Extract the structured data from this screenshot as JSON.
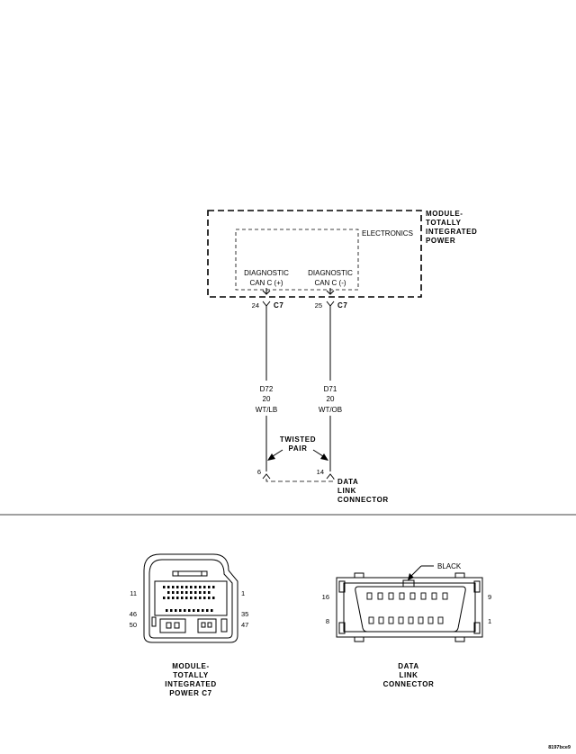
{
  "module": {
    "name": [
      "MODULE-",
      "TOTALLY",
      "INTEGRATED",
      "POWER"
    ],
    "inner_label": "ELECTRONICS"
  },
  "circuits": [
    {
      "function": [
        "DIAGNOSTIC",
        "CAN C (+)"
      ],
      "module_pin": "24",
      "connector": "C7",
      "wire_code": "D72",
      "gauge": "20",
      "color": "WT/LB",
      "dlc_pin": "6"
    },
    {
      "function": [
        "DIAGNOSTIC",
        "CAN C (-)"
      ],
      "module_pin": "25",
      "connector": "C7",
      "wire_code": "D71",
      "gauge": "20",
      "color": "WT/OB",
      "dlc_pin": "14"
    }
  ],
  "twisted_pair": [
    "TWISTED",
    "PAIR"
  ],
  "dlc_name": [
    "DATA",
    "LINK",
    "CONNECTOR"
  ],
  "connector_views": {
    "tipm_c7": {
      "pins": {
        "top_left": "11",
        "top_right": "1",
        "mid_left": "46",
        "mid_right": "35",
        "bottom_left": "50",
        "bottom_right": "47"
      },
      "label": [
        "MODULE-",
        "TOTALLY",
        "INTEGRATED",
        "POWER C7"
      ]
    },
    "dlc": {
      "color": "BLACK",
      "pins": {
        "top_left": "16",
        "top_right": "9",
        "bottom_left": "8",
        "bottom_right": "1"
      },
      "label": [
        "DATA",
        "LINK",
        "CONNECTOR"
      ]
    }
  },
  "figure_id": "8197bce9"
}
